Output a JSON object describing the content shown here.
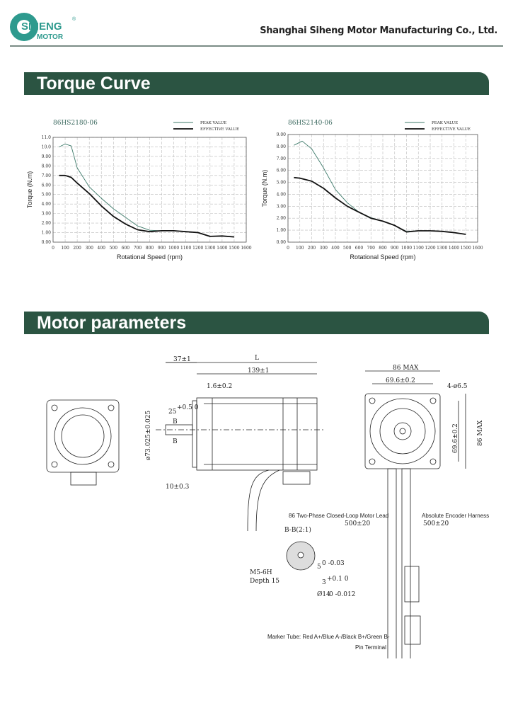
{
  "header": {
    "logo_text": "SIHENG",
    "logo_sub": "MOTOR",
    "logo_mark": "®",
    "company": "Shanghai Siheng Motor Manufacturing Co., Ltd."
  },
  "sections": {
    "torque": "Torque Curve",
    "params": "Motor parameters"
  },
  "colors": {
    "banner": "#2b5442",
    "peak": "#3d7a6a",
    "effective": "#111111",
    "logo": "#2e9a8e"
  },
  "chart_data": [
    {
      "type": "line",
      "title": "86HS2180-06",
      "xlabel": "Rotational Speed (rpm)",
      "ylabel": "Torque (N.m)",
      "xlim": [
        0,
        1600
      ],
      "ylim": [
        0,
        11
      ],
      "grid": true,
      "legend": "top-right",
      "xticks": [
        "0",
        "100",
        "200",
        "300",
        "400",
        "500",
        "600",
        "700",
        "800",
        "900",
        "1000",
        "1100",
        "1200",
        "1300",
        "1400",
        "1500",
        "1600"
      ],
      "yticks": [
        "0.00",
        "1.00",
        "2.00",
        "3.00",
        "4.00",
        "5.00",
        "6.00",
        "7.00",
        "8.00",
        "9.00",
        "10.0",
        "11.0"
      ],
      "series": [
        {
          "name": "PEAK VALUE",
          "x": [
            50,
            100,
            150,
            200,
            300,
            400,
            500,
            600,
            700,
            800,
            900,
            1000,
            1100,
            1200,
            1300,
            1400,
            1500
          ],
          "y": [
            10.0,
            10.3,
            10.1,
            7.8,
            5.8,
            4.6,
            3.5,
            2.6,
            1.7,
            1.25,
            1.2,
            1.2,
            1.1,
            1.0,
            0.6,
            0.65,
            0.55
          ]
        },
        {
          "name": "EFFECTIVE VALUE",
          "x": [
            50,
            100,
            150,
            200,
            300,
            400,
            500,
            600,
            700,
            800,
            900,
            1000,
            1100,
            1200,
            1300,
            1400,
            1500
          ],
          "y": [
            7.0,
            7.0,
            6.8,
            6.2,
            5.1,
            3.8,
            2.7,
            1.9,
            1.3,
            1.1,
            1.2,
            1.2,
            1.1,
            1.0,
            0.6,
            0.65,
            0.55
          ]
        }
      ]
    },
    {
      "type": "line",
      "title": "86HS2140-06",
      "xlabel": "Rotational Speed (rpm)",
      "ylabel": "Torque (N.m)",
      "xlim": [
        0,
        1600
      ],
      "ylim": [
        0,
        9
      ],
      "grid": true,
      "legend": "top-right",
      "xticks": [
        "0",
        "100",
        "200",
        "300",
        "400",
        "500",
        "600",
        "700",
        "800",
        "900",
        "1000",
        "1100",
        "1200",
        "1300",
        "1400",
        "1500",
        "1600"
      ],
      "yticks": [
        "0.00",
        "1.00",
        "2.00",
        "3.00",
        "4.00",
        "5.00",
        "6.00",
        "7.00",
        "8.00",
        "9.00"
      ],
      "series": [
        {
          "name": "PEAK VALUE",
          "x": [
            50,
            120,
            200,
            300,
            400,
            500,
            600,
            700,
            800,
            900,
            1000,
            1100,
            1200,
            1300,
            1400,
            1500
          ],
          "y": [
            8.1,
            8.45,
            7.8,
            6.2,
            4.4,
            3.3,
            2.5,
            2.05,
            1.75,
            1.4,
            0.9,
            0.95,
            0.95,
            0.9,
            0.8,
            0.65
          ]
        },
        {
          "name": "EFFECTIVE VALUE",
          "x": [
            50,
            100,
            200,
            300,
            400,
            500,
            600,
            700,
            800,
            900,
            1000,
            1100,
            1200,
            1300,
            1400,
            1500
          ],
          "y": [
            5.4,
            5.35,
            5.1,
            4.5,
            3.7,
            3.0,
            2.5,
            2.0,
            1.75,
            1.4,
            0.85,
            0.95,
            0.95,
            0.9,
            0.8,
            0.65
          ]
        }
      ]
    }
  ],
  "drawing": {
    "dim_L": "L",
    "dim_37": "37±1",
    "dim_139": "139±1",
    "dim_1_6": "1.6±0.2",
    "dim_25": "25",
    "dim_25_tol": "+0.5 0",
    "dim_73": "ø73.025±0.025",
    "dim_10": "10±0.3",
    "section_mark": "B",
    "section_title": "B-B(2:1)",
    "dim_5": "5",
    "dim_5_tol": "0 -0.03",
    "dim_3": "3",
    "dim_3_tol": "+0.1 0",
    "dim_14": "Ø14",
    "dim_14_tol": "0 -0.012",
    "thread": "M5-6H",
    "depth": "Depth 15",
    "dim_86_max": "86 MAX",
    "dim_69_6": "69.6±0.2",
    "holes": "4-ø6.5",
    "motor_lead": "86 Two-Phase Closed-Loop Motor Lead",
    "motor_lead_len": "500±20",
    "encoder": "Absolute Encoder Harness",
    "encoder_len": "500±20",
    "marker": "Marker Tube: Red A+/Blue A-/Black B+/Green B-",
    "pin": "Pin Terminal"
  }
}
